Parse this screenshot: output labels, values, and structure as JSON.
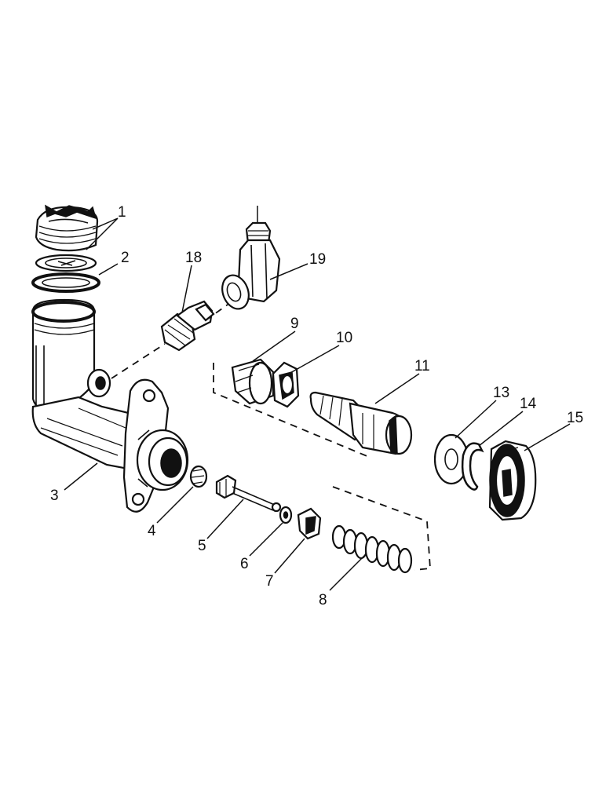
{
  "diagram": {
    "callouts": [
      {
        "id": "c1",
        "text": "1"
      },
      {
        "id": "c2",
        "text": "2"
      },
      {
        "id": "c3",
        "text": "3"
      },
      {
        "id": "c4",
        "text": "4"
      },
      {
        "id": "c5",
        "text": "5"
      },
      {
        "id": "c6",
        "text": "6"
      },
      {
        "id": "c7",
        "text": "7"
      },
      {
        "id": "c8",
        "text": "8"
      },
      {
        "id": "c9",
        "text": "9"
      },
      {
        "id": "c10",
        "text": "10"
      },
      {
        "id": "c11",
        "text": "11"
      },
      {
        "id": "c13",
        "text": "13"
      },
      {
        "id": "c14",
        "text": "14"
      },
      {
        "id": "c15",
        "text": "15"
      },
      {
        "id": "c18",
        "text": "18"
      },
      {
        "id": "c19",
        "text": "19"
      }
    ]
  }
}
